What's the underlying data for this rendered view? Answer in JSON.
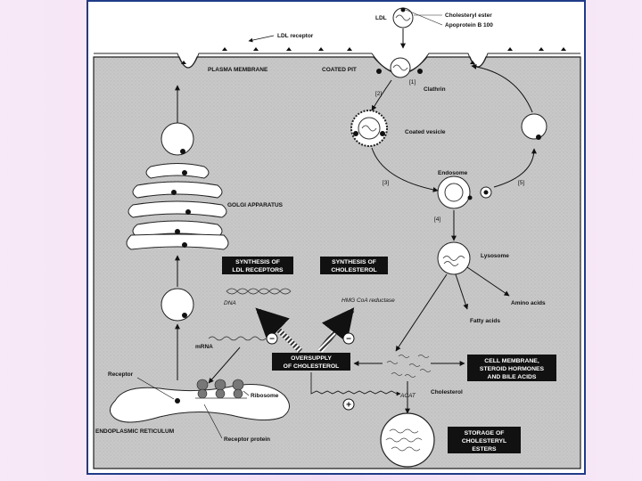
{
  "labels": {
    "ldl": "LDL",
    "cholesteryl_ester": "Cholesteryl ester",
    "apoprotein": "Apoprotein B 100",
    "ldl_receptor": "LDL receptor",
    "plasma_membrane": "PLASMA MEMBRANE",
    "coated_pit": "COATED PIT",
    "clathrin": "Clathrin",
    "coated_vesicle": "Coated vesicle",
    "endosome": "Endosome",
    "golgi": "GOLGI APPARATUS",
    "lysosome": "Lysosome",
    "amino_acids": "Amino acids",
    "fatty_acids": "Fatty acids",
    "dna": "DNA",
    "mrna": "mRNA",
    "hmg": "HMG CoA reductase",
    "receptor": "Receptor",
    "ribosome": "Ribosome",
    "er": "ENDOPLASMIC RETICULUM",
    "receptor_protein": "Receptor protein",
    "cholesterol": "Cholesterol",
    "acat": "ACAT"
  },
  "steps": {
    "s1": "[1]",
    "s2": "[2]",
    "s3": "[3]",
    "s4": "[4]",
    "s5": "[5]"
  },
  "boxes": {
    "synth_ldl_l1": "SYNTHESIS OF",
    "synth_ldl_l2": "LDL RECEPTORS",
    "synth_chol_l1": "SYNTHESIS OF",
    "synth_chol_l2": "CHOLESTEROL",
    "oversupply_l1": "OVERSUPPLY",
    "oversupply_l2": "OF CHOLESTEROL",
    "cell_mem_l1": "CELL MEMBRANE,",
    "cell_mem_l2": "STEROID HORMONES",
    "cell_mem_l3": "AND BILE ACIDS",
    "storage_l1": "STORAGE OF",
    "storage_l2": "CHOLESTERYL",
    "storage_l3": "ESTERS"
  },
  "signs": {
    "minus_left": "−",
    "minus_right": "−",
    "plus": "+"
  }
}
